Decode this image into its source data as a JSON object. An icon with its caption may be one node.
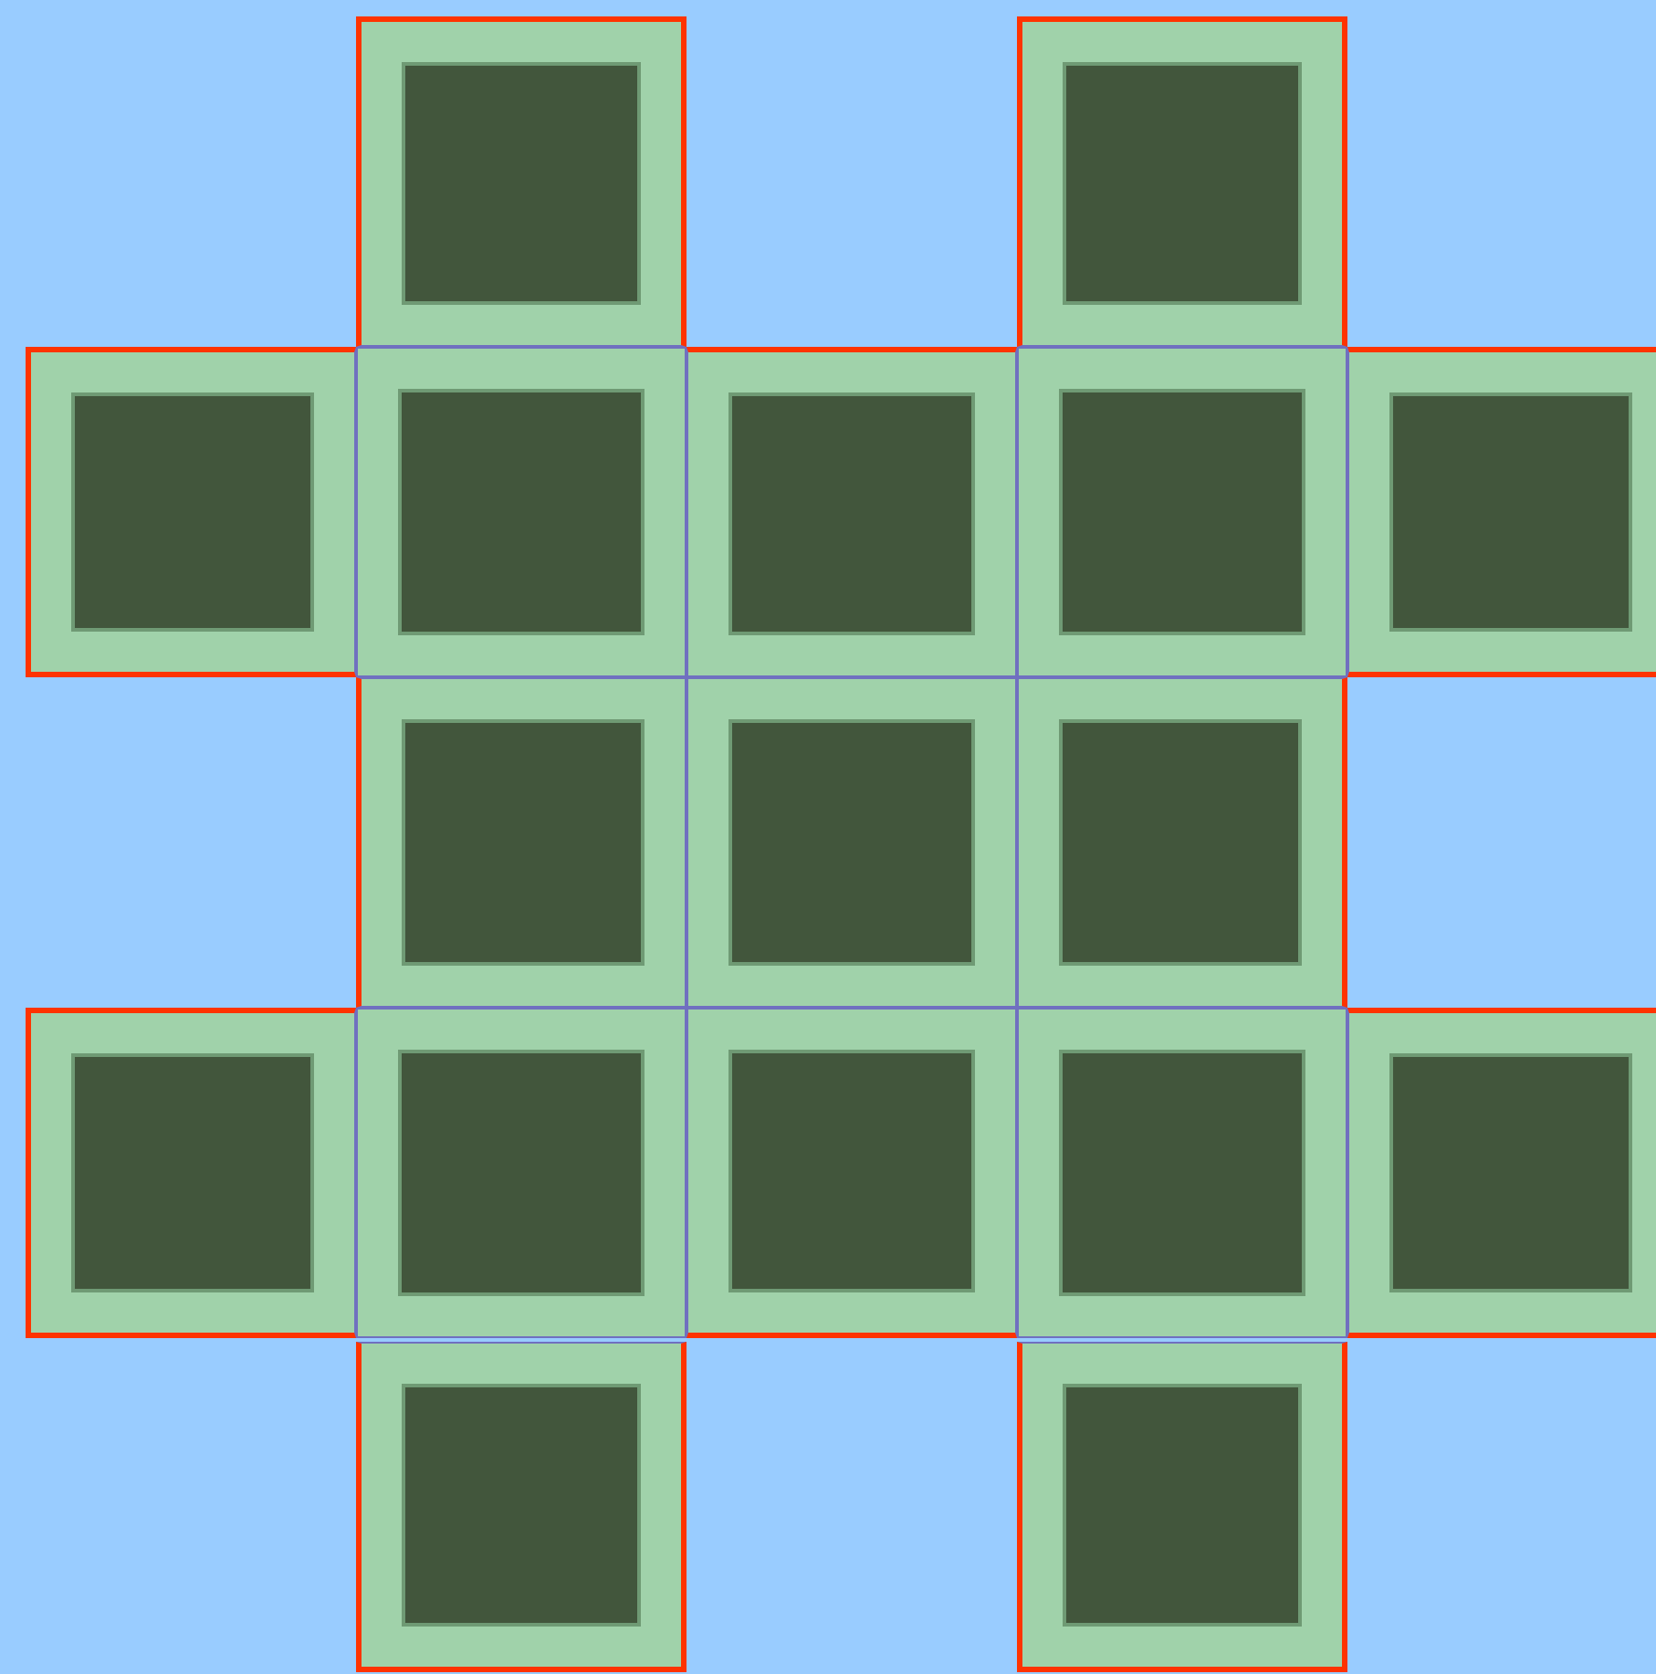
{
  "diagram": {
    "nodes": [
      {
        "text": [],
        "shape": "box"
      },
      {
        "text": [],
        "shape": "box"
      },
      {
        "text": [],
        "shape": "box"
      },
      {
        "text": [],
        "shape": "box"
      },
      {
        "text": [],
        "shape": "box"
      },
      {
        "text": [],
        "shape": "box"
      },
      {
        "text": [],
        "shape": "box"
      },
      {
        "text": [],
        "shape": "box"
      },
      {
        "text": [],
        "shape": "box"
      },
      {
        "text": [],
        "shape": "box"
      },
      {
        "text": [],
        "shape": "box"
      },
      {
        "text": [],
        "shape": "box"
      },
      {
        "text": [],
        "shape": "box"
      },
      {
        "text": [],
        "shape": "box"
      },
      {
        "text": [],
        "shape": "box"
      },
      {
        "text": [],
        "shape": "box"
      },
      {
        "text": [],
        "shape": "box"
      }
    ]
  }
}
